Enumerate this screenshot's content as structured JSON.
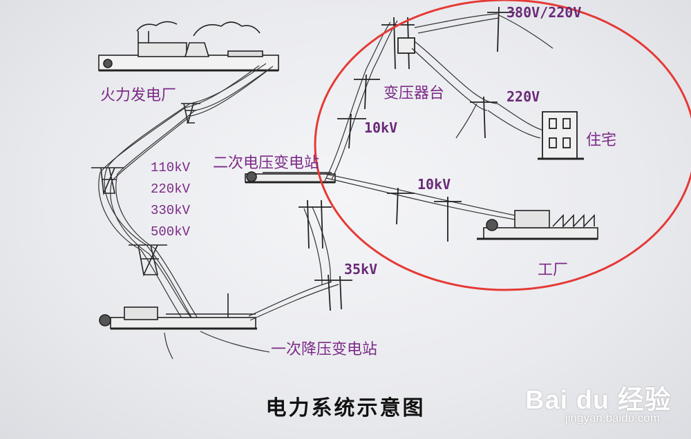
{
  "title": "电力系统示意图",
  "labels": {
    "thermal_plant": "火力发电厂",
    "secondary_substation": "二次电压变电站",
    "primary_substation": "一次降压变电站",
    "transformer_platform": "变压器台",
    "residence": "住宅",
    "factory": "工厂"
  },
  "voltages": {
    "transmission": [
      "110kV",
      "220kV",
      "330kV",
      "500kV"
    ],
    "v35": "35kV",
    "v10_left": "10kV",
    "v10_factory": "10kV",
    "v220": "220V",
    "v380_220": "380V/220V"
  },
  "watermark": {
    "brand": "Bai du 经验",
    "url": "jingyan.baidu.com"
  },
  "colors": {
    "label": "#7b2a86",
    "highlight_ellipse": "#e53935",
    "line_art": "#222222"
  }
}
